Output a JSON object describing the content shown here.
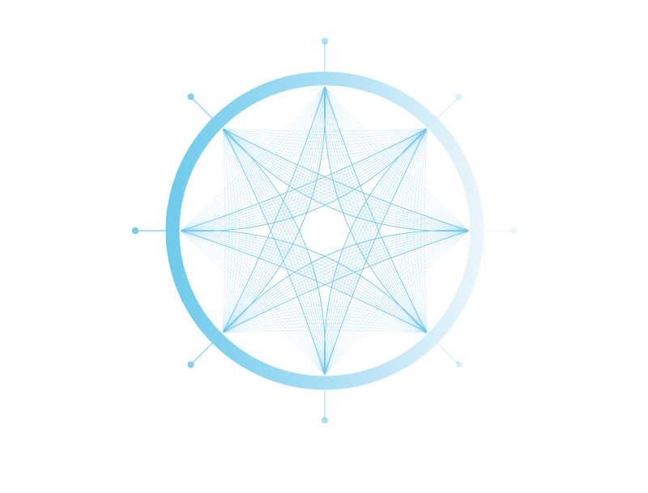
{
  "graphic": {
    "description_name": "circular-spirograph-emblem",
    "spoke_count": 8,
    "petal_lobes": 8,
    "strands_per_lobe": 9,
    "colors": {
      "background": "#ffffff",
      "ring_start": "#6ccbeb",
      "ring_mid": "#a9dff4",
      "ring_end": "#edf7fc",
      "line": "#6cc7e8",
      "node": "#74cbea"
    }
  }
}
